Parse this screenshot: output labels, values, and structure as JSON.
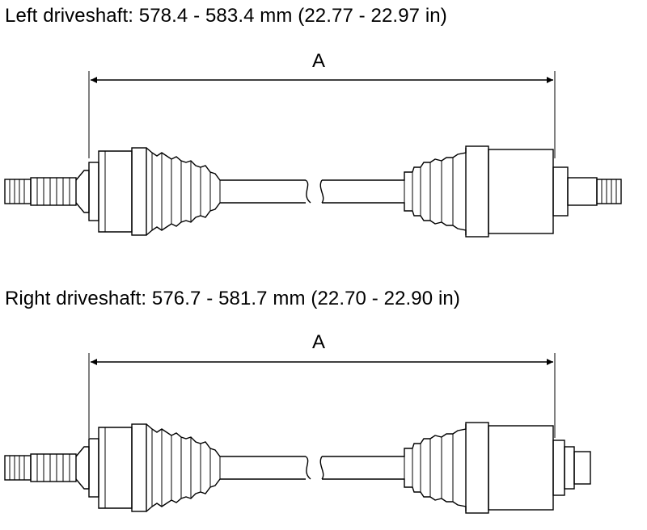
{
  "left_driveshaft": {
    "caption": "Left driveshaft: 578.4 - 583.4 mm (22.77 - 22.97 in)",
    "dimension_label": "A"
  },
  "right_driveshaft": {
    "caption": "Right driveshaft: 576.7 - 581.7 mm (22.70 - 22.90 in)",
    "dimension_label": "A"
  }
}
